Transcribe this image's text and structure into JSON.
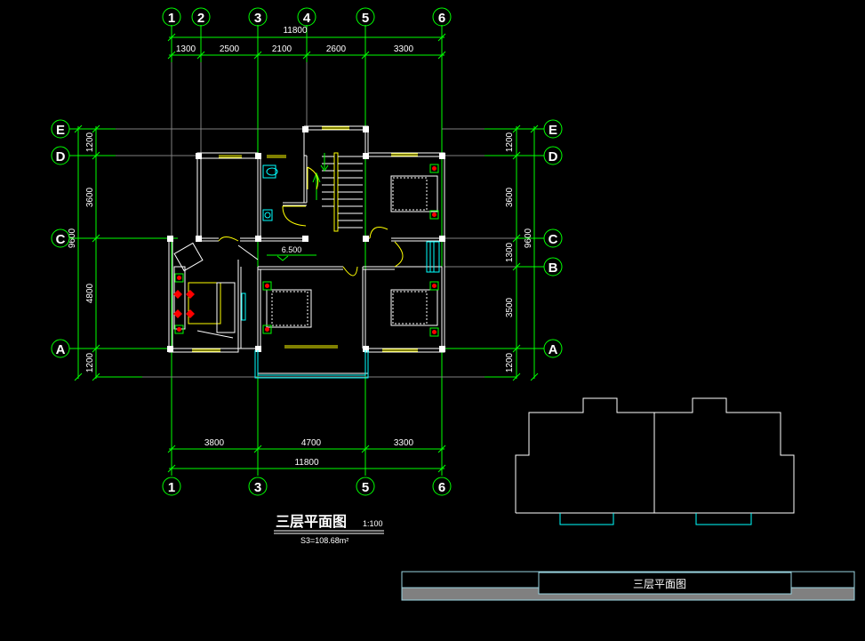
{
  "drawing": {
    "title": "三层平面图",
    "scale": "1:100",
    "area": "S3=108.68m²",
    "elevation": "6.500"
  },
  "axes": {
    "top_numbers": [
      "1",
      "2",
      "3",
      "4",
      "5",
      "6"
    ],
    "bottom_numbers": [
      "1",
      "3",
      "5",
      "6"
    ],
    "left_letters": [
      "E",
      "D",
      "C",
      "A"
    ],
    "right_letters": [
      "E",
      "D",
      "C",
      "B",
      "A"
    ]
  },
  "dimensions": {
    "top_total": "11800",
    "top_segments": [
      "1300",
      "2500",
      "2100",
      "2600",
      "3300"
    ],
    "bottom_segments": [
      "3800",
      "4700",
      "3300"
    ],
    "bottom_total": "11800",
    "left_segments": [
      "1200",
      "3600",
      "4800",
      "1200"
    ],
    "left_total": "9600",
    "right_segments": [
      "1200",
      "3600",
      "1300",
      "3500",
      "1200"
    ],
    "right_total": "9600"
  },
  "title_block": {
    "label": "三层平面图"
  },
  "colors": {
    "axis": "#00ff00",
    "wall": "#ffffff",
    "stair": "#ffff00",
    "window": "#00ffff",
    "title_block_fill": "#808080"
  }
}
